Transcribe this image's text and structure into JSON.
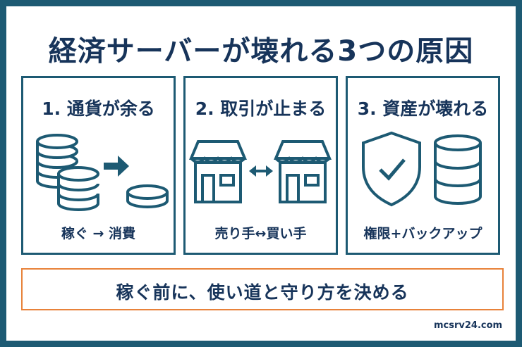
{
  "title": "経済サーバーが壊れる3つの原因",
  "panels": [
    {
      "heading": "1. 通貨が余る",
      "caption": "稼ぐ → 消費",
      "art": "coins-arrow"
    },
    {
      "heading": "2. 取引が止まる",
      "caption": "売り手↔買い手",
      "art": "shops-exchange"
    },
    {
      "heading": "3. 資産が壊れる",
      "caption": "権限+バックアップ",
      "art": "shield-database"
    }
  ],
  "bottom_message": "稼ぐ前に、使い道と守り方を決める",
  "footer": "mcsrv24.com",
  "colors": {
    "frame": "#1d5a73",
    "text": "#17345a",
    "accent": "#e8823a",
    "background": "#ffffff"
  }
}
